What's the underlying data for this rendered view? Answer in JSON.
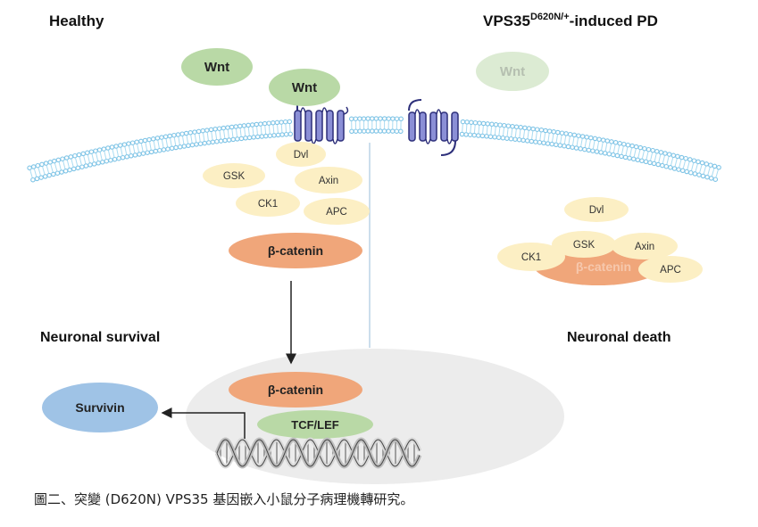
{
  "titles": {
    "healthy": "Healthy",
    "pd_prefix": "VPS35",
    "pd_superscript": "D620N/+",
    "pd_suffix": "-induced PD"
  },
  "healthy": {
    "wnt_free": "Wnt",
    "wnt_bound": "Wnt",
    "dvl": "Dvl",
    "gsk": "GSK",
    "axin": "Axin",
    "ck1": "CK1",
    "apc": "APC",
    "beta_catenin": "β-catenin",
    "outcome": "Neuronal survival"
  },
  "pd": {
    "wnt": "Wnt",
    "dvl": "Dvl",
    "gsk": "GSK",
    "axin": "Axin",
    "ck1": "CK1",
    "apc": "APC",
    "beta_catenin": "β-catenin",
    "outcome": "Neuronal death"
  },
  "nucleus": {
    "beta_catenin": "β-catenin",
    "tcf_lef": "TCF/LEF",
    "survivin": "Survivin"
  },
  "caption": "圖二、突變 (D620N) VPS35 基因嵌入小鼠分子病理機轉研究。",
  "colors": {
    "wnt": "#b9d9a6",
    "wnt_faded": "#dcebd3",
    "complex": "#fcefc4",
    "beta_catenin": "#f0a67a",
    "tcf_lef": "#b9d9a6",
    "survivin": "#9fc3e6",
    "nucleus": "#ececec",
    "receptor": "#8b8fd6",
    "membrane": "#9fd3ee"
  }
}
